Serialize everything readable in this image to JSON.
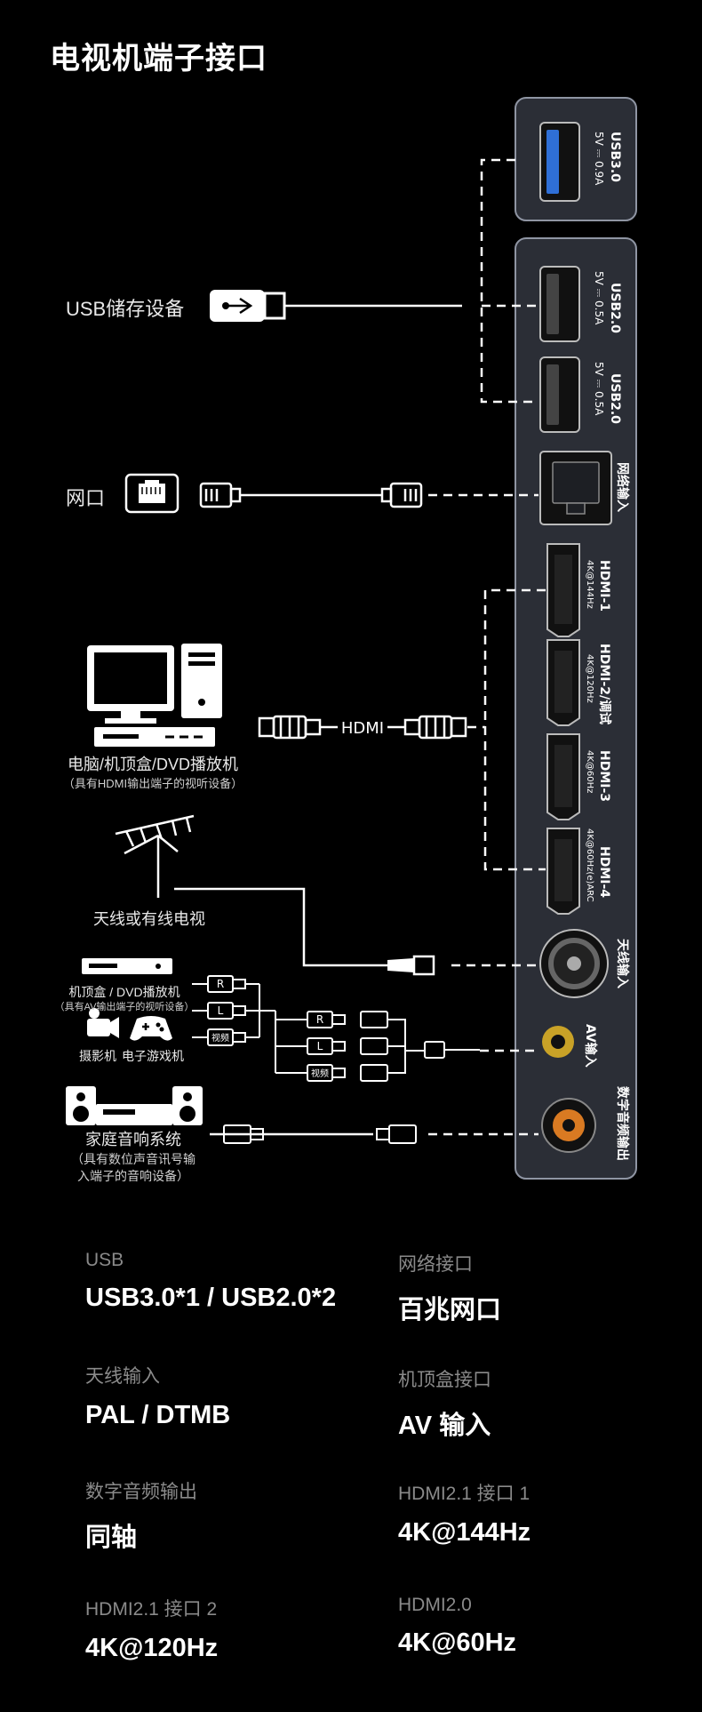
{
  "title": "电视机端子接口",
  "devices": {
    "usb_storage": "USB储存设备",
    "network": "网口",
    "hdmi_cable": "HDMI",
    "pc": "电脑/机顶盒/DVD播放机",
    "pc_note": "（具有HDMI输出端子的视听设备）",
    "antenna": "天线或有线电视",
    "stb": "机顶盒 / DVD播放机",
    "stb_note": "（具有AV输出端子的视听设备）",
    "camcorder": "摄影机",
    "console": "电子游戏机",
    "home_audio": "家庭音响系统",
    "home_audio_note_1": "（具有数位声音讯号输",
    "home_audio_note_2": "入端子的音响设备）",
    "plug_r": "R",
    "plug_l": "L",
    "plug_video": "视频"
  },
  "panel_ports": [
    {
      "label": "USB3.0",
      "sub": "5V ⎓ 0.9A"
    },
    {
      "label": "USB2.0",
      "sub": "5V ⎓ 0.5A"
    },
    {
      "label": "USB2.0",
      "sub": "5V ⎓ 0.5A"
    },
    {
      "label": "网络输入",
      "sub": ""
    },
    {
      "label": "HDMI-1",
      "sub": "4K@144Hz"
    },
    {
      "label": "HDMI-2/调试",
      "sub": "4K@120Hz"
    },
    {
      "label": "HDMI-3",
      "sub": "4K@60Hz"
    },
    {
      "label": "HDMI-4",
      "sub": "4K@60Hz(e)ARC"
    },
    {
      "label": "天线输入",
      "sub": ""
    },
    {
      "label": "AV输入",
      "sub": ""
    },
    {
      "label": "数字音频输出",
      "sub": ""
    }
  ],
  "specs": [
    {
      "key": "USB",
      "value": "USB3.0*1 / USB2.0*2"
    },
    {
      "key": "网络接口",
      "value": "百兆网口"
    },
    {
      "key": "天线输入",
      "value": "PAL / DTMB"
    },
    {
      "key": "机顶盒接口",
      "value": "AV 输入"
    },
    {
      "key": "数字音频输出",
      "value": "同轴"
    },
    {
      "key": "HDMI2.1 接口 1",
      "value": "4K@144Hz"
    },
    {
      "key": "HDMI2.1 接口 2",
      "value": "4K@120Hz"
    },
    {
      "key": "HDMI2.0",
      "value": "4K@60Hz"
    }
  ],
  "colors": {
    "panel_fill": "#2b2e36",
    "panel_border": "#8f95a3",
    "usb3_blue": "#2f6fd6",
    "coax_orange": "#d97a22",
    "av_gold": "#c9a227",
    "line": "#ffffff",
    "spec_key": "#8a8a8a"
  }
}
